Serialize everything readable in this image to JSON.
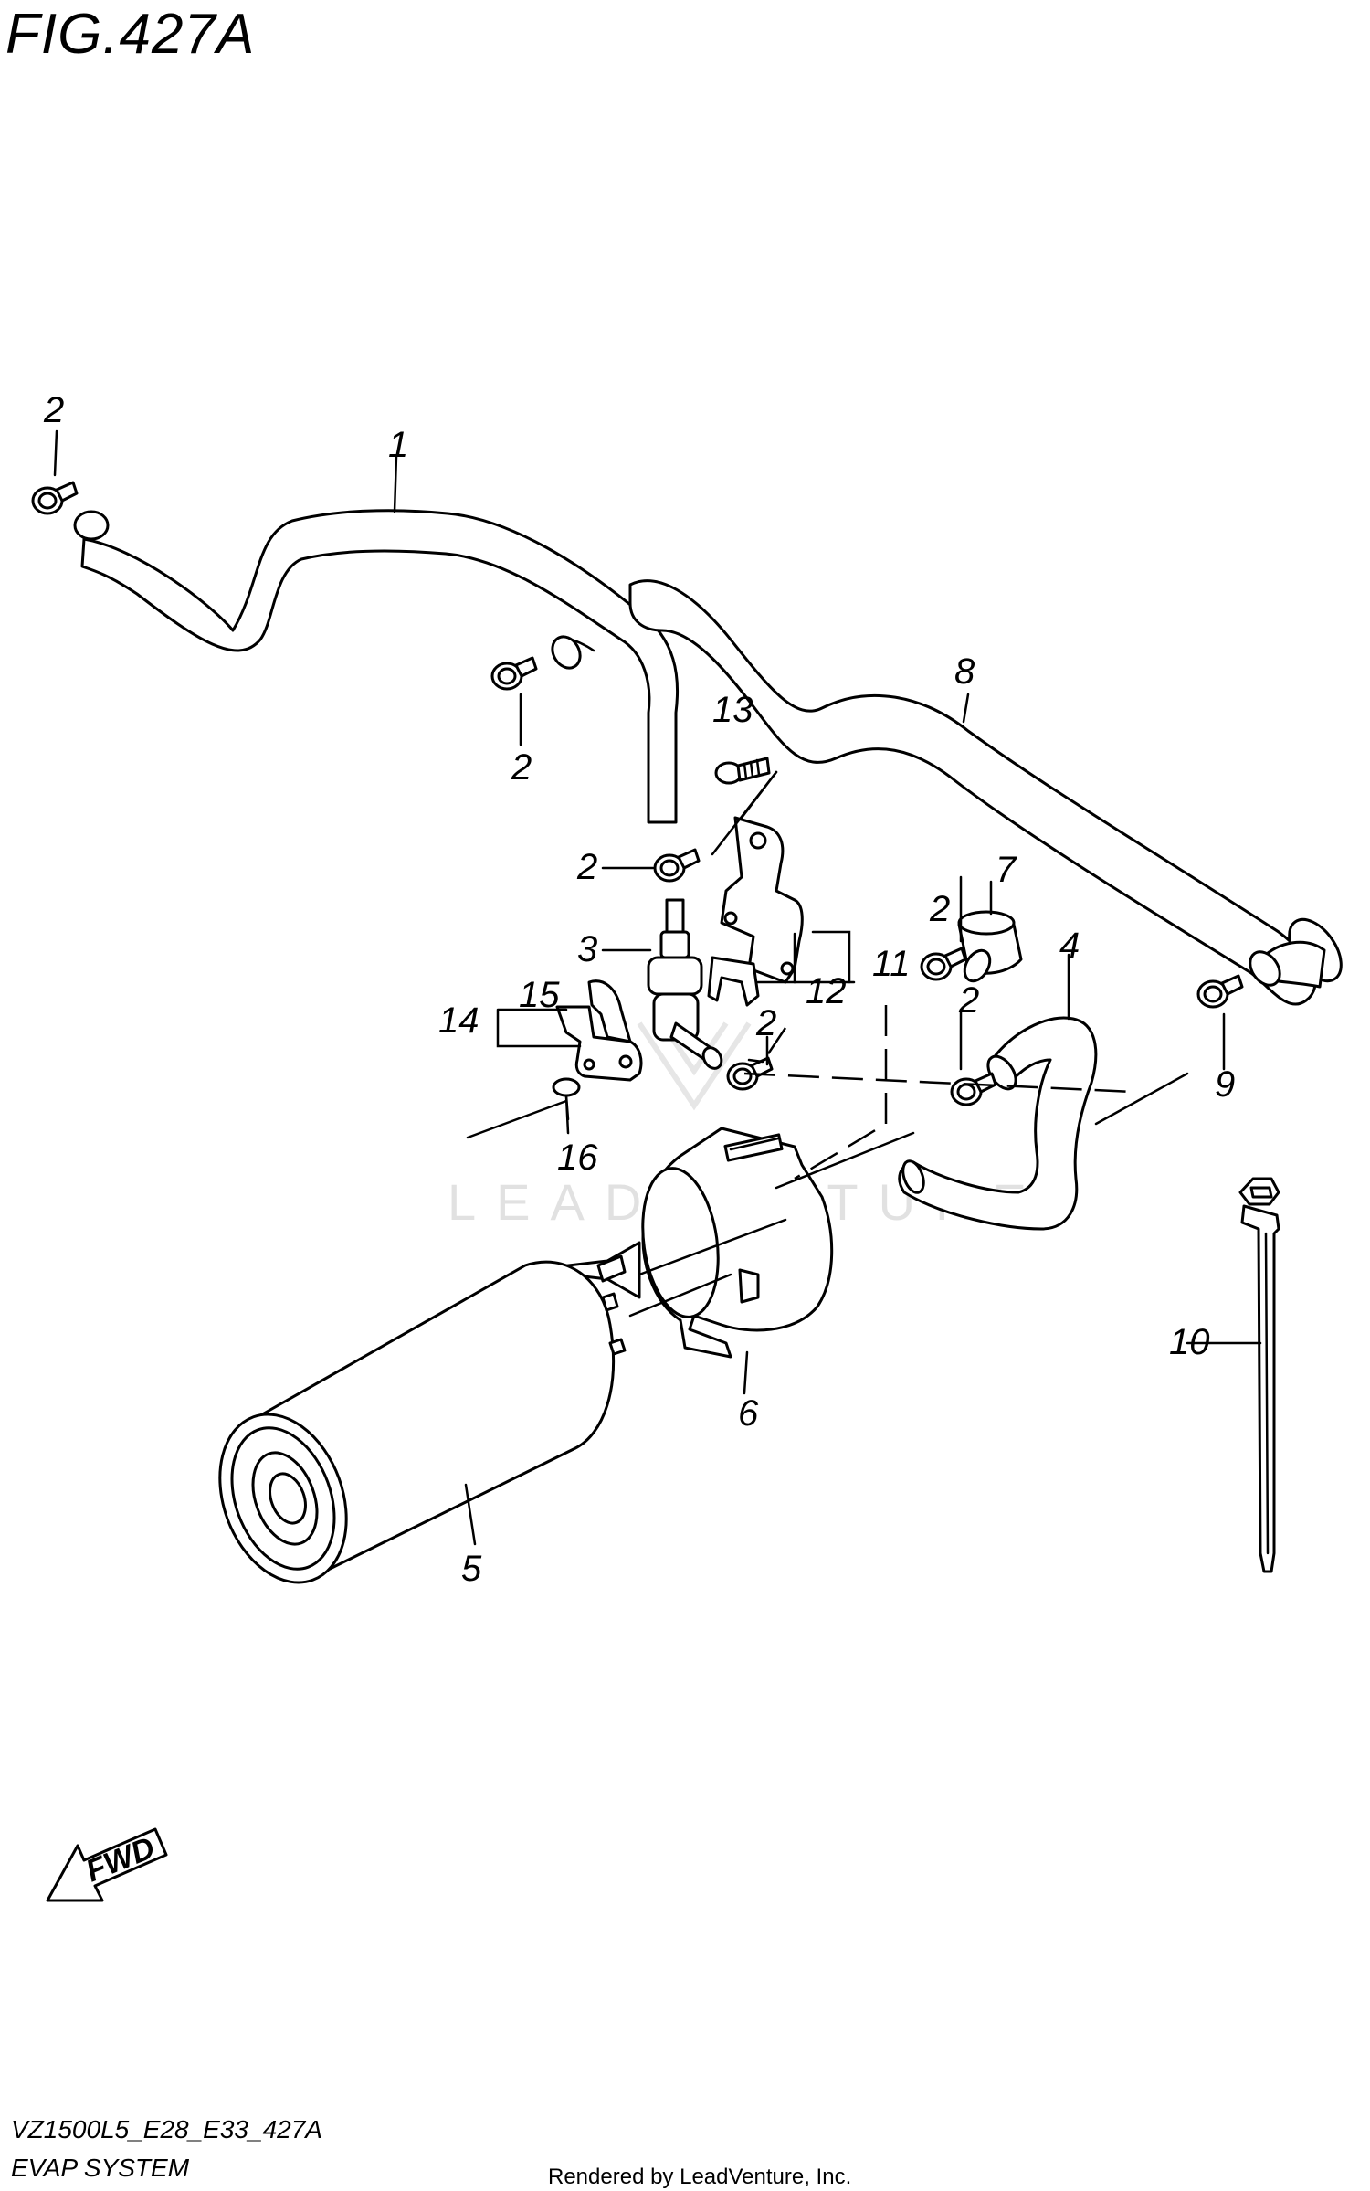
{
  "figure": {
    "title": "FIG.427A"
  },
  "footer": {
    "model_code": "VZ1500L5_E28_E33_427A",
    "system_name": "EVAP SYSTEM",
    "rendered_by": "Rendered by LeadVenture, Inc."
  },
  "watermark": {
    "text": "LEADVENTURE"
  },
  "fwd_arrow": {
    "label": "FWD"
  },
  "callouts": {
    "c1": "1",
    "c2a": "2",
    "c2b": "2",
    "c2c": "2",
    "c2d": "2",
    "c2e": "2",
    "c2f": "2",
    "c3": "3",
    "c4": "4",
    "c5": "5",
    "c6": "6",
    "c7": "7",
    "c8": "8",
    "c9": "9",
    "c10": "10",
    "c11": "11",
    "c12": "12",
    "c13": "13",
    "c14": "14",
    "c15": "15",
    "c16": "16"
  }
}
